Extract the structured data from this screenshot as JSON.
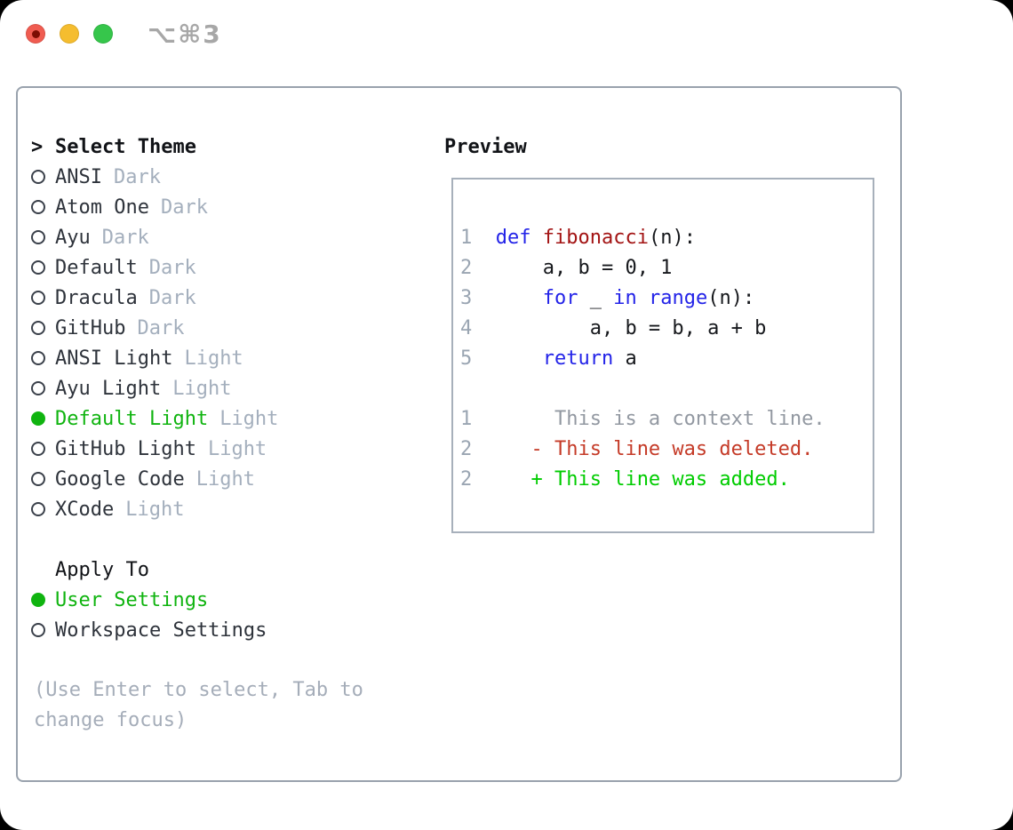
{
  "titlebar": {
    "shortcut": "⌥⌘3"
  },
  "theme_panel": {
    "header_cursor": ">",
    "header_title": "Select Theme",
    "themes": [
      {
        "name": "ANSI",
        "variant": "Dark",
        "selected": false
      },
      {
        "name": "Atom One",
        "variant": "Dark",
        "selected": false
      },
      {
        "name": "Ayu",
        "variant": "Dark",
        "selected": false
      },
      {
        "name": "Default",
        "variant": "Dark",
        "selected": false
      },
      {
        "name": "Dracula",
        "variant": "Dark",
        "selected": false
      },
      {
        "name": "GitHub",
        "variant": "Dark",
        "selected": false
      },
      {
        "name": "ANSI Light",
        "variant": "Light",
        "selected": false
      },
      {
        "name": "Ayu Light",
        "variant": "Light",
        "selected": false
      },
      {
        "name": "Default Light",
        "variant": "Light",
        "selected": true
      },
      {
        "name": "GitHub Light",
        "variant": "Light",
        "selected": false
      },
      {
        "name": "Google Code",
        "variant": "Light",
        "selected": false
      },
      {
        "name": "XCode",
        "variant": "Light",
        "selected": false
      }
    ],
    "apply_to_title": "Apply To",
    "apply_options": [
      {
        "label": "User Settings",
        "selected": true
      },
      {
        "label": "Workspace Settings",
        "selected": false
      }
    ],
    "hint": "(Use Enter to select, Tab to change focus)"
  },
  "preview": {
    "title": "Preview",
    "code_lines": [
      {
        "num": "1",
        "tokens": [
          {
            "text": "def",
            "style": "keyword"
          },
          {
            "text": " ",
            "style": "plain"
          },
          {
            "text": "fibonacci",
            "style": "function"
          },
          {
            "text": "(n):",
            "style": "plain"
          }
        ]
      },
      {
        "num": "2",
        "tokens": [
          {
            "text": "    a, b = 0, 1",
            "style": "plain"
          }
        ]
      },
      {
        "num": "3",
        "tokens": [
          {
            "text": "    ",
            "style": "plain"
          },
          {
            "text": "for",
            "style": "keyword"
          },
          {
            "text": " _ ",
            "style": "plain"
          },
          {
            "text": "in",
            "style": "keyword"
          },
          {
            "text": " ",
            "style": "plain"
          },
          {
            "text": "range",
            "style": "keyword"
          },
          {
            "text": "(n):",
            "style": "plain"
          }
        ]
      },
      {
        "num": "4",
        "tokens": [
          {
            "text": "        a, b = b, a + b",
            "style": "plain"
          }
        ]
      },
      {
        "num": "5",
        "tokens": [
          {
            "text": "    ",
            "style": "plain"
          },
          {
            "text": "return",
            "style": "keyword"
          },
          {
            "text": " a",
            "style": "plain"
          }
        ]
      }
    ],
    "diff_lines": [
      {
        "num": "1",
        "marker": " ",
        "text": "This is a context line.",
        "type": "context"
      },
      {
        "num": "2",
        "marker": "-",
        "text": "This line was deleted.",
        "type": "deleted"
      },
      {
        "num": "2",
        "marker": "+",
        "text": "This line was added.",
        "type": "added"
      }
    ]
  },
  "colors": {
    "window_bg": "#ffffff",
    "panel_border": "#99a2ad",
    "preview_border": "#a7b0bb",
    "heading_black": "#111317",
    "text_dark": "#2e333b",
    "variant_gray": "#a4afbd",
    "hint_gray": "#a5adb9",
    "accent_green": "#10b410",
    "radio_stroke": "#3a404a",
    "line_number_gray": "#9aa5b2",
    "keyword_blue": "#2323e8",
    "function_red": "#a31414",
    "code_text": "#16181c",
    "context_gray": "#9298a1",
    "deleted_red": "#c53b28",
    "added_green": "#00cc00",
    "traffic_red": "#f05c51",
    "traffic_red_dot": "#7d0d03",
    "traffic_yellow": "#f5bd2f",
    "traffic_green": "#36c64b",
    "shortcut_gray": "#a7a7a7"
  }
}
